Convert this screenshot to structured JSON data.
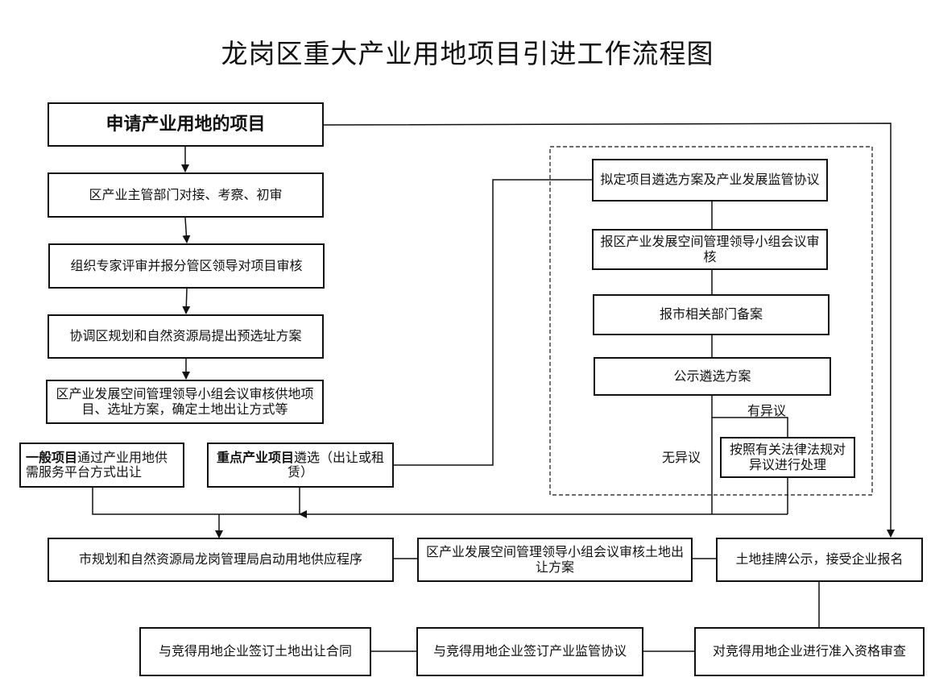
{
  "title": "龙岗区重大产业用地项目引进工作流程图",
  "nodes": {
    "apply": "申请产业用地的项目",
    "dept_review": "区产业主管部门对接、考察、初审",
    "expert_review": "组织专家评审并报分管区领导对项目审核",
    "preselect_site": "协调区规划和自然资源局提出预选址方案",
    "group_review": "区产业发展空间管理领导小组会议审核供地项目、选址方案，确定土地出让方式等",
    "general_project_bold": "一般项目",
    "general_project_rest": "通过产业用地供需服务平台方式出让",
    "key_project_bold": "重点产业项目",
    "key_project_rest": "遴选（出让或租赁）",
    "draft_plan": "拟定项目遴选方案及产业发展监管协议",
    "report_group": "报区产业发展空间管理领导小组会议审核",
    "city_filing": "报市相关部门备案",
    "publicize": "公示遴选方案",
    "handle_objection": "按照有关法律法规对异议进行处理",
    "start_supply": "市规划和自然资源局龙岗管理局启动用地供应程序",
    "group_review_transfer": "区产业发展空间管理领导小组会议审核土地出让方案",
    "listing": "土地挂牌公示，接受企业报名",
    "sign_contract": "与竞得用地企业签订土地出让合同",
    "sign_supervision": "与竞得用地企业签订产业监管协议",
    "qualification_review": "对竞得用地企业进行准入资格审查"
  },
  "labels": {
    "has_objection": "有异议",
    "no_objection": "无异议"
  }
}
